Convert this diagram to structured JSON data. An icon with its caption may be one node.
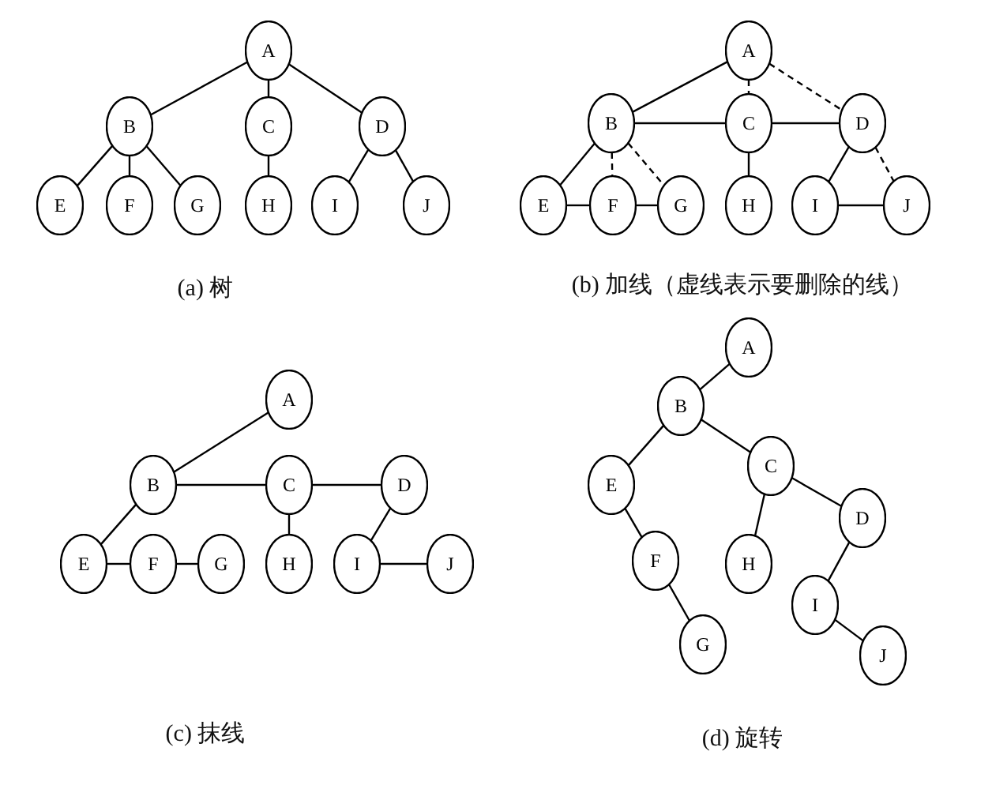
{
  "diagram": {
    "nodes": [
      {
        "text": [
          "A"
        ]
      },
      {
        "text": [
          "B"
        ]
      },
      {
        "text": [
          "C"
        ]
      },
      {
        "text": [
          "D"
        ]
      },
      {
        "text": [
          "E"
        ]
      },
      {
        "text": [
          "F"
        ]
      },
      {
        "text": [
          "G"
        ]
      },
      {
        "text": [
          "H"
        ]
      },
      {
        "text": [
          "I"
        ]
      },
      {
        "text": [
          "J"
        ]
      },
      {
        "text": [
          "A"
        ]
      },
      {
        "text": [
          "B"
        ]
      },
      {
        "text": [
          "C"
        ]
      },
      {
        "text": [
          "D"
        ]
      },
      {
        "text": [
          "E"
        ]
      },
      {
        "text": [
          "F"
        ]
      },
      {
        "text": [
          "G"
        ]
      },
      {
        "text": [
          "H"
        ]
      },
      {
        "text": [
          "I"
        ]
      },
      {
        "text": [
          "J"
        ]
      },
      {
        "text": [
          "A"
        ]
      },
      {
        "text": [
          "B"
        ]
      },
      {
        "text": [
          "C"
        ]
      },
      {
        "text": [
          "D"
        ]
      },
      {
        "text": [
          "E"
        ]
      },
      {
        "text": [
          "F"
        ]
      },
      {
        "text": [
          "G"
        ]
      },
      {
        "text": [
          "H"
        ]
      },
      {
        "text": [
          "I"
        ]
      },
      {
        "text": [
          "J"
        ]
      },
      {
        "text": [
          "A"
        ]
      },
      {
        "text": [
          "B"
        ]
      },
      {
        "text": [
          "C"
        ]
      },
      {
        "text": [
          "D"
        ]
      },
      {
        "text": [
          "E"
        ]
      },
      {
        "text": [
          "F"
        ]
      },
      {
        "text": [
          "G"
        ]
      },
      {
        "text": [
          "H"
        ]
      },
      {
        "text": [
          "I"
        ]
      },
      {
        "text": [
          "J"
        ]
      }
    ],
    "edges": [
      {
        "from": 0,
        "to": 1,
        "arrow": "none"
      },
      {
        "from": 0,
        "to": 2,
        "arrow": "none"
      },
      {
        "from": 0,
        "to": 3,
        "arrow": "none"
      },
      {
        "from": 1,
        "to": 4,
        "arrow": "none"
      },
      {
        "from": 1,
        "to": 5,
        "arrow": "none"
      },
      {
        "from": 1,
        "to": 6,
        "arrow": "none"
      },
      {
        "from": 2,
        "to": 7,
        "arrow": "none"
      },
      {
        "from": 3,
        "to": 8,
        "arrow": "none"
      },
      {
        "from": 3,
        "to": 9,
        "arrow": "none"
      },
      {
        "from": 10,
        "to": 11,
        "arrow": "none"
      },
      {
        "from": 10,
        "to": 12,
        "arrow": "none",
        "style": "dashed"
      },
      {
        "from": 10,
        "to": 13,
        "arrow": "none",
        "style": "dashed"
      },
      {
        "from": 11,
        "to": 12,
        "arrow": "none"
      },
      {
        "from": 12,
        "to": 13,
        "arrow": "none"
      },
      {
        "from": 11,
        "to": 14,
        "arrow": "none"
      },
      {
        "from": 11,
        "to": 15,
        "arrow": "none",
        "style": "dashed"
      },
      {
        "from": 11,
        "to": 16,
        "arrow": "none",
        "style": "dashed"
      },
      {
        "from": 14,
        "to": 15,
        "arrow": "none"
      },
      {
        "from": 15,
        "to": 16,
        "arrow": "none"
      },
      {
        "from": 12,
        "to": 17,
        "arrow": "none"
      },
      {
        "from": 13,
        "to": 18,
        "arrow": "none"
      },
      {
        "from": 13,
        "to": 19,
        "arrow": "none",
        "style": "dashed"
      },
      {
        "from": 18,
        "to": 19,
        "arrow": "none"
      },
      {
        "from": 20,
        "to": 21,
        "arrow": "none"
      },
      {
        "from": 21,
        "to": 22,
        "arrow": "none"
      },
      {
        "from": 22,
        "to": 23,
        "arrow": "none"
      },
      {
        "from": 21,
        "to": 24,
        "arrow": "none"
      },
      {
        "from": 24,
        "to": 25,
        "arrow": "none"
      },
      {
        "from": 25,
        "to": 26,
        "arrow": "none"
      },
      {
        "from": 22,
        "to": 27,
        "arrow": "none"
      },
      {
        "from": 23,
        "to": 28,
        "arrow": "none"
      },
      {
        "from": 28,
        "to": 29,
        "arrow": "none"
      },
      {
        "from": 30,
        "to": 31,
        "arrow": "none"
      },
      {
        "from": 31,
        "to": 34,
        "arrow": "none"
      },
      {
        "from": 31,
        "to": 32,
        "arrow": "none"
      },
      {
        "from": 34,
        "to": 35,
        "arrow": "none"
      },
      {
        "from": 35,
        "to": 36,
        "arrow": "none"
      },
      {
        "from": 32,
        "to": 37,
        "arrow": "none"
      },
      {
        "from": 32,
        "to": 33,
        "arrow": "none"
      },
      {
        "from": 33,
        "to": 38,
        "arrow": "none"
      },
      {
        "from": 38,
        "to": 39,
        "arrow": "none"
      }
    ],
    "labels": [
      "(a) 树",
      "(b) 加线（虚线表示要删除的线）",
      "(c) 抹线",
      "(d) 旋转"
    ]
  }
}
